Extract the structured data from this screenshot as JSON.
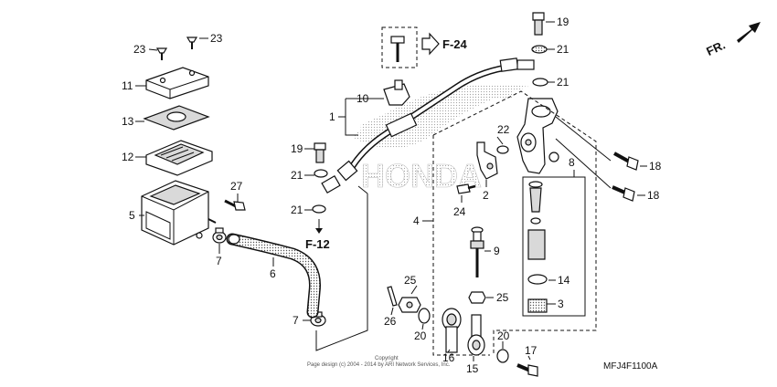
{
  "labels": {
    "p1": "1",
    "p2": "2",
    "p3": "3",
    "p4": "4",
    "p5": "5",
    "p6": "6",
    "p7a": "7",
    "p7b": "7",
    "p8": "8",
    "p9": "9",
    "p10": "10",
    "p11": "11",
    "p12": "12",
    "p13": "13",
    "p14": "14",
    "p15": "15",
    "p16": "16",
    "p17": "17",
    "p18a": "18",
    "p18b": "18",
    "p19a": "19",
    "p19b": "19",
    "p20a": "20",
    "p20b": "20",
    "p21a": "21",
    "p21b": "21",
    "p21c": "21",
    "p21d": "21",
    "p22": "22",
    "p23a": "23",
    "p23b": "23",
    "p24": "24",
    "p25a": "25",
    "p25b": "25",
    "p26": "26",
    "p27": "27"
  },
  "refs": {
    "f24": "F-24",
    "f12": "F-12"
  },
  "direction": "FR.",
  "watermark": "HONDA",
  "diagram_code": "MFJ4F1100A",
  "copyright": {
    "line1": "Copyright",
    "line2": "Page design (c) 2004 - 2014 by ARI Network Services, Inc."
  }
}
